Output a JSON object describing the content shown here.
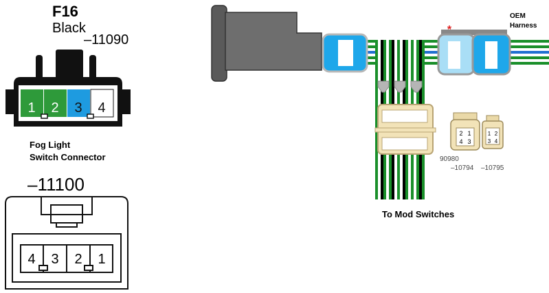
{
  "connector_f16": {
    "code": "F16",
    "color": "Black",
    "part_suffix": "–11090",
    "pins": [
      "1",
      "2",
      "3",
      "4"
    ],
    "pin_colors": [
      "#2e9a3a",
      "#2e9a3a",
      "#1e9be0",
      "#ffffff"
    ],
    "caption_line1": "Fog Light",
    "caption_line2": "Switch Connector"
  },
  "connector_mating": {
    "part_suffix": "–11100",
    "pins": [
      "4",
      "3",
      "2",
      "1"
    ]
  },
  "harness": {
    "oem_label_line1": "OEM",
    "oem_label_line2": "Harness",
    "marker": "*",
    "mod_label": "To Mod Switches",
    "wire_colors": [
      "#1a8f2a",
      "#ffffff",
      "#2070d0",
      "#000000"
    ]
  },
  "small_connectors": {
    "part_prefix": "90980",
    "left_suffix": "–10794",
    "right_suffix": "–10795",
    "left_pins": [
      "2",
      "1",
      "4",
      "3"
    ],
    "right_pins": [
      "1",
      "2",
      "3",
      "4"
    ]
  },
  "colors": {
    "connector_blue": "#1ea7ea",
    "connector_light_blue": "#a9def6",
    "beige": "#f2e3b8",
    "body_gray": "#6e6e6e",
    "marker_red": "#e02020"
  }
}
